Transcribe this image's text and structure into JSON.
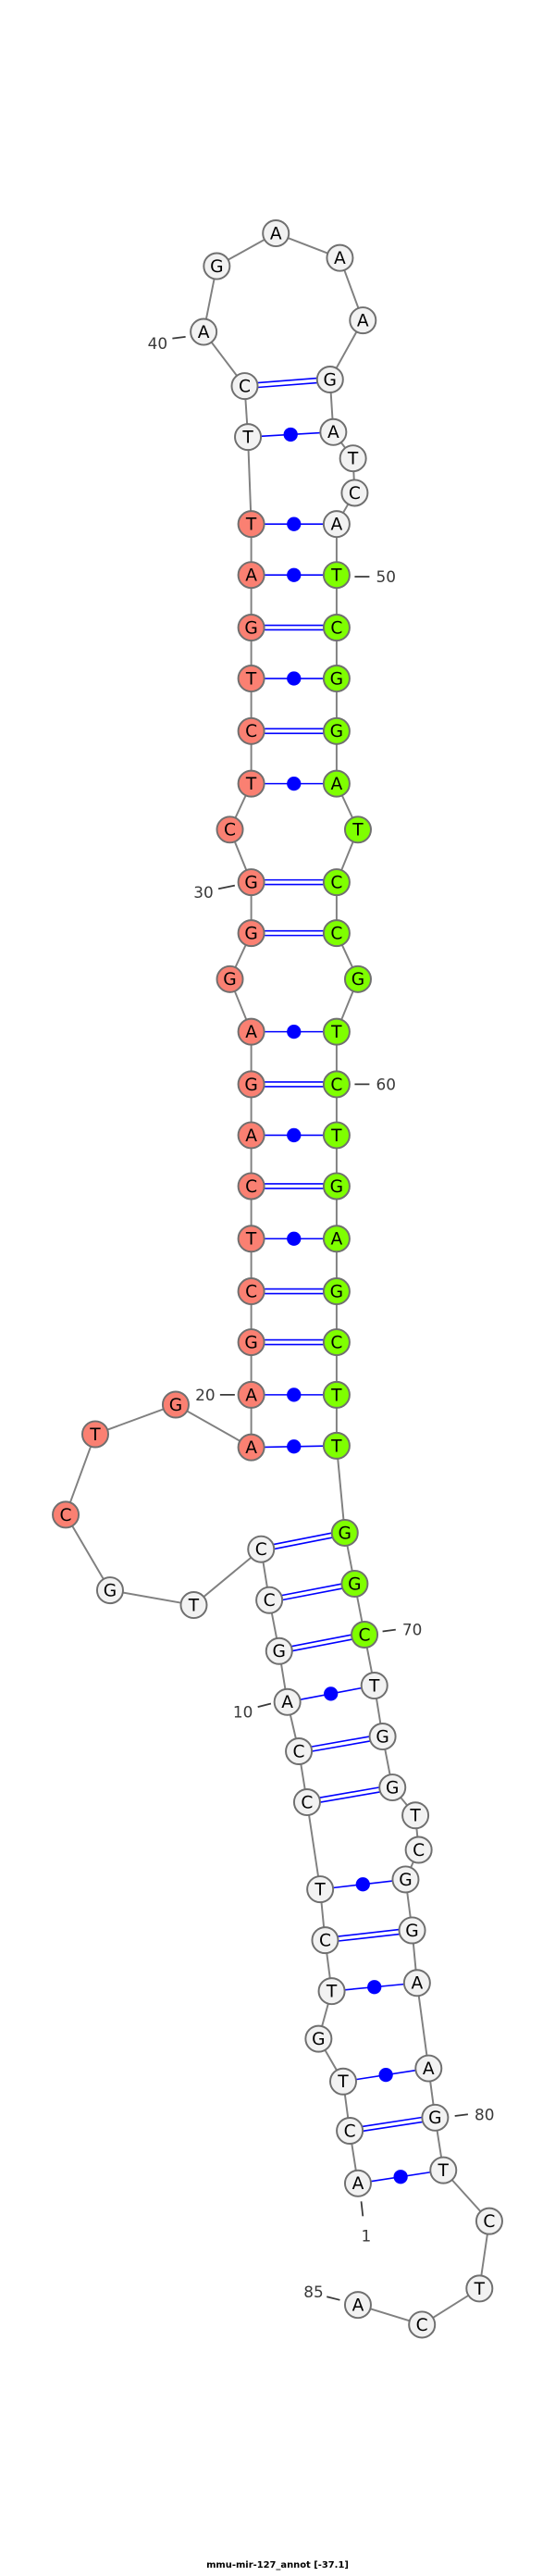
{
  "title": "mmu-mir-127_annot [-37.1]",
  "bases": [
    "A",
    "C",
    "T",
    "G",
    "T",
    "C",
    "T",
    "C",
    "C",
    "A",
    "G",
    "C",
    "C",
    "T",
    "G",
    "C",
    "T",
    "G",
    "A",
    "A",
    "G",
    "C",
    "T",
    "C",
    "A",
    "G",
    "A",
    "G",
    "G",
    "G",
    "C",
    "T",
    "C",
    "T",
    "G",
    "A",
    "T",
    "T",
    "C",
    "A",
    "G",
    "A",
    "A",
    "A",
    "G",
    "A",
    "T",
    "C",
    "A",
    "T",
    "C",
    "G",
    "G",
    "A",
    "T",
    "C",
    "C",
    "G",
    "T",
    "C",
    "T",
    "G",
    "A",
    "G",
    "C",
    "T",
    "T",
    "G",
    "G",
    "C",
    "T",
    "G",
    "G",
    "T",
    "C",
    "G",
    "G",
    "A",
    "A",
    "G",
    "T",
    "C",
    "T",
    "C",
    "A"
  ],
  "pairs": [
    [
      1,
      81
    ],
    [
      2,
      80
    ],
    [
      3,
      79
    ],
    [
      5,
      78
    ],
    [
      6,
      77
    ],
    [
      7,
      76
    ],
    [
      8,
      73
    ],
    [
      9,
      72
    ],
    [
      10,
      71
    ],
    [
      11,
      70
    ],
    [
      12,
      69
    ],
    [
      13,
      68
    ],
    [
      19,
      67
    ],
    [
      20,
      66
    ],
    [
      21,
      65
    ],
    [
      22,
      64
    ],
    [
      23,
      63
    ],
    [
      24,
      62
    ],
    [
      25,
      61
    ],
    [
      26,
      60
    ],
    [
      27,
      59
    ],
    [
      29,
      57
    ],
    [
      30,
      56
    ],
    [
      32,
      54
    ],
    [
      33,
      53
    ],
    [
      34,
      52
    ],
    [
      35,
      51
    ],
    [
      36,
      50
    ],
    [
      37,
      49
    ],
    [
      38,
      46
    ],
    [
      39,
      45
    ]
  ],
  "highlights": [
    {
      "name": "region-5p",
      "from": 16,
      "to": 37,
      "color": "#fa8072"
    },
    {
      "name": "region-3p",
      "from": 50,
      "to": 70,
      "color": "#7fff00"
    }
  ],
  "default_fill": "#f2f2f2",
  "pair_color": "#0000ff",
  "numbering": [
    {
      "index": 1,
      "text": "1"
    },
    {
      "index": 10,
      "text": "10"
    },
    {
      "index": 20,
      "text": "20"
    },
    {
      "index": 30,
      "text": "30"
    },
    {
      "index": 40,
      "text": "40"
    },
    {
      "index": 50,
      "text": "50"
    },
    {
      "index": 60,
      "text": "60"
    },
    {
      "index": 70,
      "text": "70"
    },
    {
      "index": 80,
      "text": "80"
    },
    {
      "index": 85,
      "text": "85"
    }
  ]
}
